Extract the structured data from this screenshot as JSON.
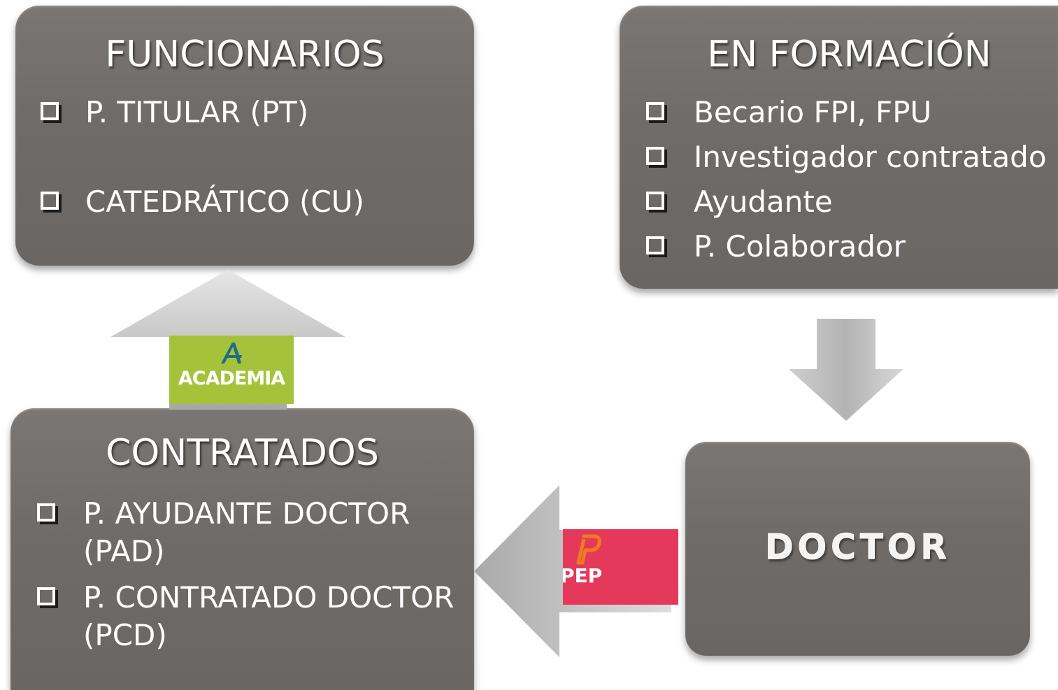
{
  "funcionarios": {
    "title": "FUNCIONARIOS",
    "items": [
      "P. TITULAR (PT)",
      "CATEDRÁTICO (CU)"
    ]
  },
  "en_formacion": {
    "title": "EN FORMACIÓN",
    "items": [
      "Becario FPI, FPU",
      "Investigador contratado",
      "Ayudante",
      "P. Colaborador"
    ]
  },
  "contratados": {
    "title": "CONTRATADOS",
    "items": [
      "P. AYUDANTE DOCTOR (PAD)",
      "P. CONTRATADO DOCTOR (PCD)"
    ]
  },
  "doctor": {
    "title": "DOCTOR"
  },
  "logos": {
    "academia": {
      "text": "ACADEMIA",
      "color": "#a5c33a"
    },
    "pep": {
      "text": "PEP",
      "color": "#e4395a"
    }
  },
  "colors": {
    "box": "#716d6b",
    "arrow": "#b9b9b9"
  }
}
